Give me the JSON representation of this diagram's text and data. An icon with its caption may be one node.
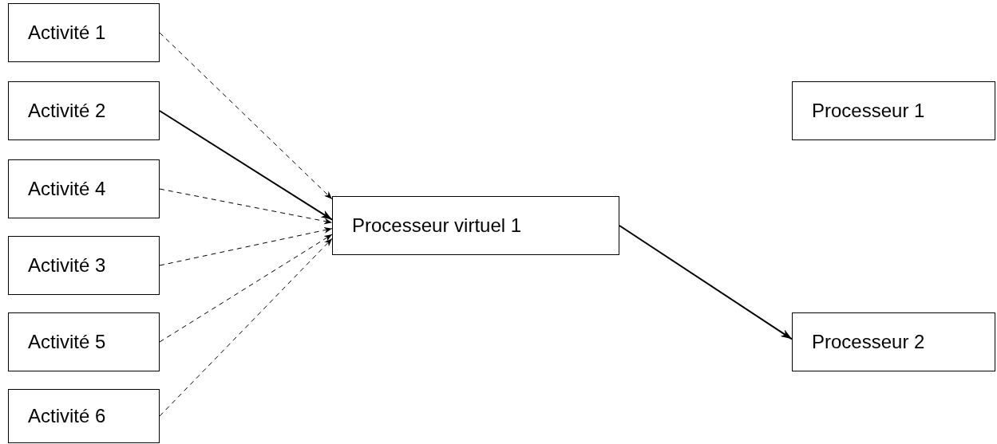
{
  "diagram": {
    "nodes": [
      {
        "text": [
          "Activité 1"
        ]
      },
      {
        "text": [
          "Activité 2"
        ]
      },
      {
        "text": [
          "Activité 4"
        ]
      },
      {
        "text": [
          "Activité 3"
        ]
      },
      {
        "text": [
          "Activité 5"
        ]
      },
      {
        "text": [
          "Activité 6"
        ]
      },
      {
        "text": [
          "Processeur virtuel 1"
        ]
      },
      {
        "text": [
          "Processeur 1"
        ]
      },
      {
        "text": [
          "Processeur 2"
        ]
      }
    ],
    "edges": [
      {
        "from": 0,
        "to": 6,
        "arrow": "to",
        "style": "dashed"
      },
      {
        "from": 1,
        "to": 6,
        "arrow": "to"
      },
      {
        "from": 2,
        "to": 6,
        "arrow": "to",
        "style": "dashed"
      },
      {
        "from": 3,
        "to": 6,
        "arrow": "to",
        "style": "dashed"
      },
      {
        "from": 4,
        "to": 6,
        "arrow": "to",
        "style": "dashed"
      },
      {
        "from": 5,
        "to": 6,
        "arrow": "to",
        "style": "dashed"
      },
      {
        "from": 6,
        "to": 8,
        "arrow": "to"
      }
    ]
  }
}
